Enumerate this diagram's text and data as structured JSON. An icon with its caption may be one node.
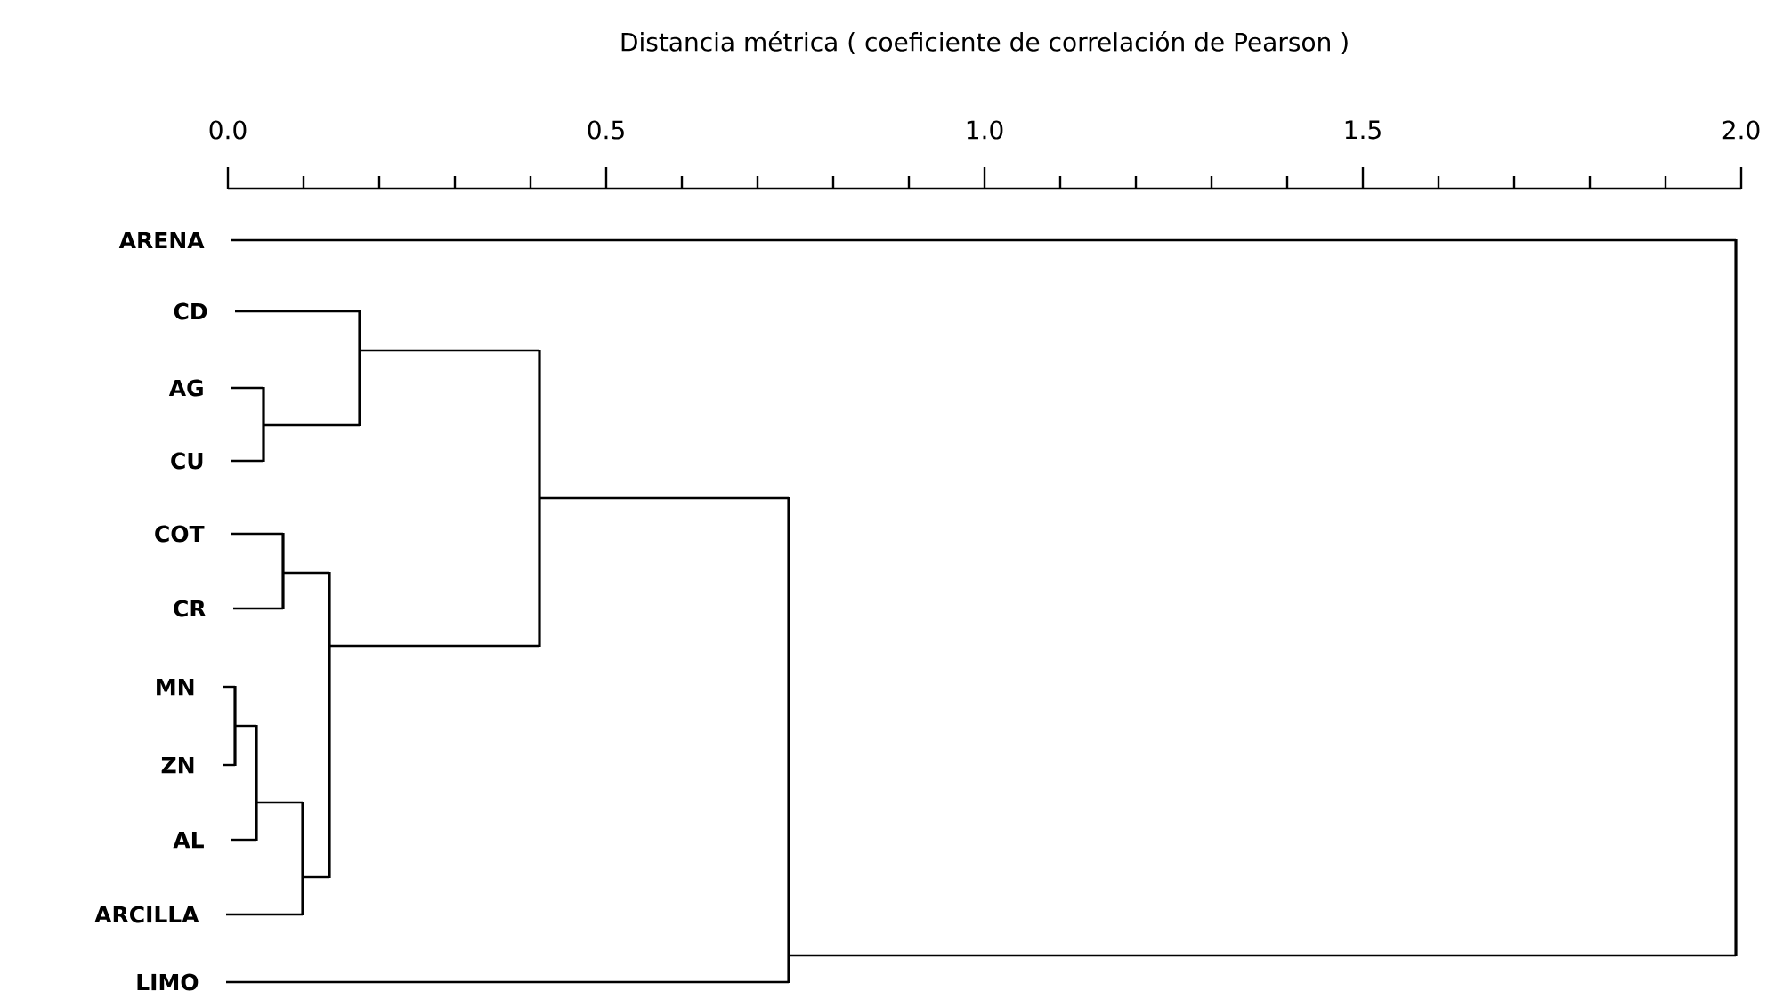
{
  "diagram": {
    "nodes": [
      {
        "text": [
          "ARENA"
        ]
      },
      {
        "text": [
          "CD"
        ]
      },
      {
        "text": [
          "AG"
        ]
      },
      {
        "text": [
          "CU"
        ]
      },
      {
        "text": [
          "COT"
        ]
      },
      {
        "text": [
          "CR"
        ]
      },
      {
        "text": [
          "MN"
        ]
      },
      {
        "text": [
          "ZN"
        ]
      },
      {
        "text": [
          "AL"
        ]
      },
      {
        "text": [
          "ARCILLA"
        ]
      },
      {
        "text": [
          "LIMO"
        ]
      },
      {
        "text": [],
        "shape": "bar"
      },
      {
        "text": [],
        "shape": "bar"
      },
      {
        "text": [],
        "shape": "bar"
      },
      {
        "text": [],
        "shape": "bar"
      },
      {
        "text": [],
        "shape": "bar"
      },
      {
        "text": [],
        "shape": "bar"
      },
      {
        "text": [],
        "shape": "bar"
      },
      {
        "text": [],
        "shape": "bar"
      },
      {
        "text": [],
        "shape": "bar"
      },
      {
        "text": [],
        "shape": "bar"
      }
    ],
    "edges": [
      {
        "from": 2,
        "to": 11,
        "arrow": "none"
      },
      {
        "from": 3,
        "to": 11,
        "arrow": "none"
      },
      {
        "from": 1,
        "to": 12,
        "arrow": "none"
      },
      {
        "from": 11,
        "to": 12,
        "arrow": "none"
      },
      {
        "from": 4,
        "to": 13,
        "arrow": "none"
      },
      {
        "from": 5,
        "to": 13,
        "arrow": "none"
      },
      {
        "from": 6,
        "to": 14,
        "arrow": "none"
      },
      {
        "from": 7,
        "to": 14,
        "arrow": "none"
      },
      {
        "from": 14,
        "to": 15,
        "arrow": "none"
      },
      {
        "from": 8,
        "to": 15,
        "arrow": "none"
      },
      {
        "from": 15,
        "to": 16,
        "arrow": "none"
      },
      {
        "from": 9,
        "to": 16,
        "arrow": "none"
      },
      {
        "from": 13,
        "to": 17,
        "arrow": "none"
      },
      {
        "from": 16,
        "to": 17,
        "arrow": "none"
      },
      {
        "from": 12,
        "to": 18,
        "arrow": "none"
      },
      {
        "from": 17,
        "to": 18,
        "arrow": "none"
      },
      {
        "from": 18,
        "to": 19,
        "arrow": "none"
      },
      {
        "from": 10,
        "to": 19,
        "arrow": "none"
      },
      {
        "from": 0,
        "to": 20,
        "arrow": "none"
      },
      {
        "from": 19,
        "to": 20,
        "arrow": "none"
      }
    ],
    "labels": [
      "Distancia métrica ( coeficiente de correlación de Pearson )",
      "0.0",
      "0.5",
      "1.0",
      "1.5",
      "2.0"
    ]
  }
}
